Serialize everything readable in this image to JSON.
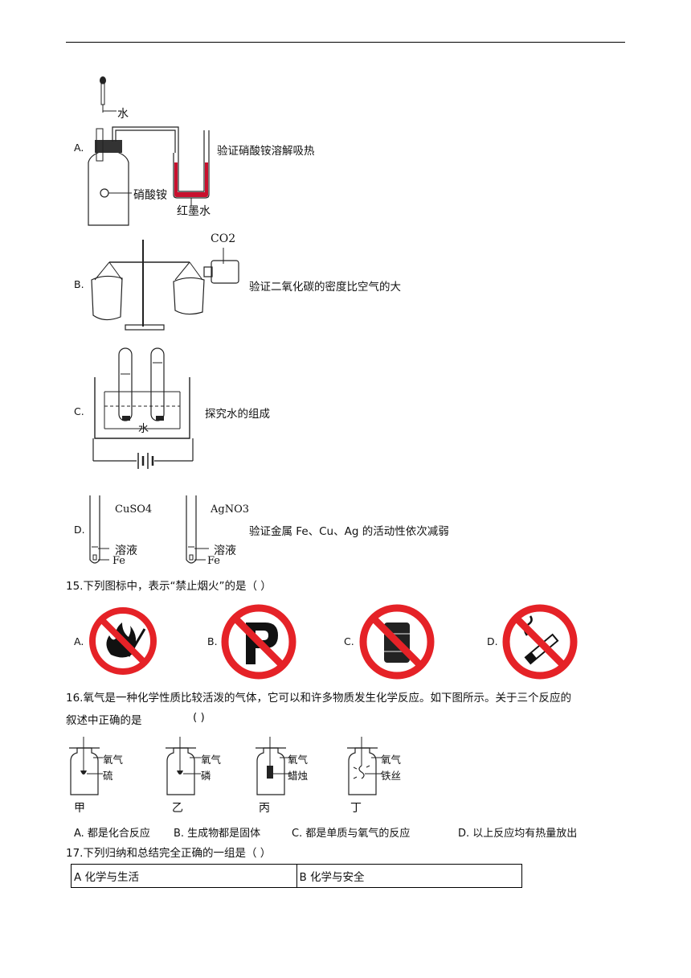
{
  "q14": {
    "A": {
      "letter": "A.",
      "caption": "验证硝酸铵溶解吸热",
      "labels": {
        "water": "水",
        "nh4no3": "硝酸铵",
        "ink": "红墨水"
      }
    },
    "B": {
      "letter": "B.",
      "caption": "验证二氧化碳的密度比空气的大",
      "labels": {
        "co2": "CO2"
      }
    },
    "C": {
      "letter": "C.",
      "caption": "探究水的组成",
      "labels": {
        "water": "水"
      }
    },
    "D": {
      "letter": "D.",
      "caption": "验证金属 Fe、Cu、Ag 的活动性依次减弱",
      "labels": {
        "cuso4": "CuSO4",
        "agno3": "AgNO3",
        "sol1": "溶液",
        "sol2": "溶液",
        "fe1": "Fe",
        "fe2": "Fe"
      }
    }
  },
  "q15": {
    "stem": "15.下列图标中，表示“禁止烟火”的是（    ）",
    "options": [
      "A.",
      "B.",
      "C.",
      "D."
    ],
    "colors": {
      "sign_red": "#e52227"
    }
  },
  "q16": {
    "stem_line1": "16.氧气是一种化学性质比较活泼的气体，它可以和许多物质发生化学反应。如下图所示。关于三个反应的",
    "stem_line2": "叙述中正确的是",
    "paren": "(     )",
    "bottles": [
      {
        "gas": "氧气",
        "substance": "硫",
        "name": "甲"
      },
      {
        "gas": "氧气",
        "substance": "磷",
        "name": "乙"
      },
      {
        "gas": "氧气",
        "substance": "蜡烛",
        "name": "丙"
      },
      {
        "gas": "氧气",
        "substance": "铁丝",
        "name": "丁"
      }
    ],
    "choices": [
      "A. 都是化合反应",
      "B. 生成物都是固体",
      "C. 都是单质与氧气的反应",
      "D. 以上反应均有热量放出"
    ]
  },
  "q17": {
    "stem": "17.下列归纳和总结完全正确的一组是（    ）",
    "table": [
      [
        "A 化学与生活",
        "B 化学与安全"
      ]
    ]
  }
}
